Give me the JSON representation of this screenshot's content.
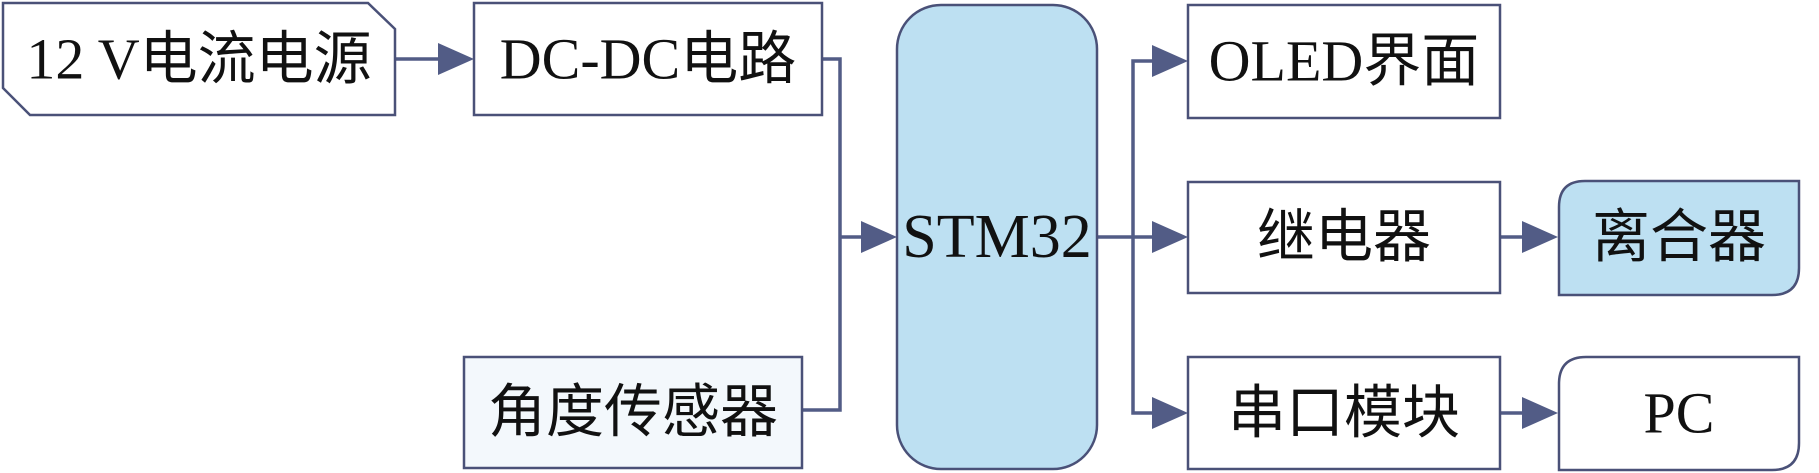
{
  "diagram": {
    "type": "block-diagram",
    "nodes": {
      "power": {
        "label": "12 V电流电源",
        "shape": "chamfered-rect"
      },
      "dcdc": {
        "label": "DC-DC电路",
        "shape": "rect"
      },
      "sensor": {
        "label": "角度传感器",
        "shape": "rect"
      },
      "mcu": {
        "label": "STM32",
        "shape": "rounded-rect"
      },
      "oled": {
        "label": "OLED界面",
        "shape": "rect"
      },
      "relay": {
        "label": "继电器",
        "shape": "rect"
      },
      "serial": {
        "label": "串口模块",
        "shape": "rect"
      },
      "clutch": {
        "label": "离合器",
        "shape": "leaf-rect"
      },
      "pc": {
        "label": "PC",
        "shape": "leaf-rect"
      }
    },
    "edges": [
      {
        "from": "power",
        "to": "dcdc"
      },
      {
        "from": "dcdc",
        "to": "mcu"
      },
      {
        "from": "sensor",
        "to": "mcu"
      },
      {
        "from": "mcu",
        "to": "oled"
      },
      {
        "from": "mcu",
        "to": "relay"
      },
      {
        "from": "mcu",
        "to": "serial"
      },
      {
        "from": "relay",
        "to": "clutch"
      },
      {
        "from": "serial",
        "to": "pc"
      }
    ],
    "colors": {
      "line": "#525c86",
      "border": "#4a5178",
      "highlight_fill": "#bde0f2",
      "pale_fill": "#f3f8fc",
      "text": "#111111"
    }
  }
}
